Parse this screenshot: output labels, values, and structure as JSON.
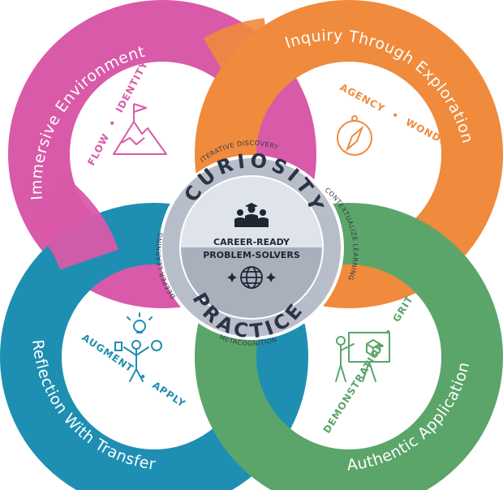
{
  "colors": {
    "pink": "#d95aa8",
    "orange": "#f08a3c",
    "green": "#5ba56a",
    "teal": "#1e8fb2",
    "hub_outer": "#b8bec9",
    "hub_top": "#dfe3ea",
    "hub_bottom": "#a9b0bc"
  },
  "quadrants": {
    "immersive": {
      "title": "Immersive Environment",
      "value_1": "FLOW",
      "separator": "•",
      "value_2": "IDENTITY",
      "icon": "mountain-flag-icon"
    },
    "inquiry": {
      "title": "Inquiry Through Exploration",
      "value_1": "AGENCY",
      "separator": "•",
      "value_2": "WONDER",
      "icon": "compass-icon"
    },
    "reflection": {
      "title": "Reflection With Transfer",
      "value_1": "AUGMENT",
      "separator": "•",
      "value_2": "APPLY",
      "icon": "person-lightbulb-icon"
    },
    "authentic": {
      "title": "Authentic Application",
      "value_1": "DEMONSTRATION",
      "separator": "•",
      "value_2": "GRIT",
      "icon": "presentation-board-icon"
    }
  },
  "hub": {
    "top_arc": "ITERATIVE DISCOVERY",
    "right_arc": "CONTEXTUALIZE LEARNING",
    "bottom_arc": "METACOGNITION",
    "left_arc": "DEEPER LEARNING",
    "top_word": "CURIOSITY",
    "bottom_word": "PRACTICE",
    "center_line_1": "CAREER-READY",
    "center_line_2": "PROBLEM-SOLVERS",
    "top_icon": "graduates-icon",
    "bottom_icon": "globe-icon"
  }
}
